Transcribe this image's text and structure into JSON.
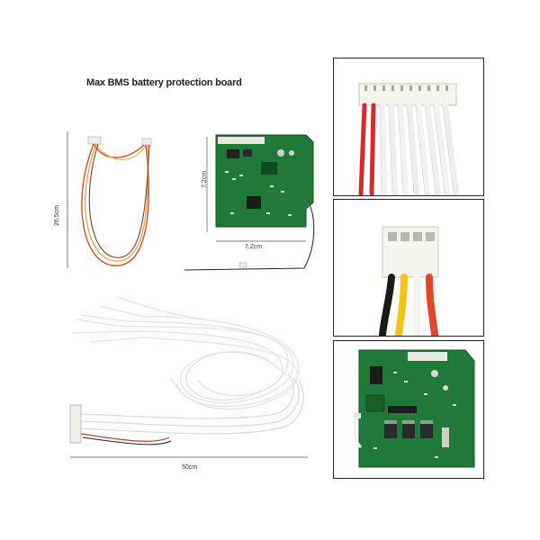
{
  "title": "Max BMS battery protection board",
  "dimensions": {
    "small_cable_height": "26.5cm",
    "board_height": "7.2cm",
    "board_width": "7.2cm",
    "long_cable_length": "50cm"
  },
  "colors": {
    "pcb_green": "#1f7a3a",
    "pcb_dark": "#175e2c",
    "wire_red": "#d7282a",
    "wire_white": "#f2f2f2",
    "wire_yellow": "#f2c418",
    "wire_black": "#1a1a1a",
    "connector": "#f4f4ec"
  }
}
